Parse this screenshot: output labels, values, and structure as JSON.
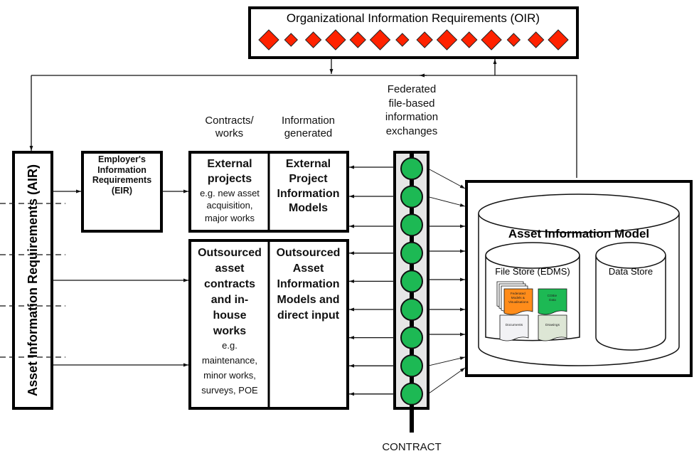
{
  "oir": {
    "title": "Organizational Information Requirements (OIR)",
    "diamond_count": 14,
    "diamond_color": "#ff2200"
  },
  "air": {
    "label": "Asset Information Requirements (AIR)"
  },
  "eir": {
    "lines": [
      "Employer's",
      "Information",
      "Requirements",
      "(EIR)"
    ]
  },
  "column_headers": {
    "contracts": [
      "Contracts/",
      "works"
    ],
    "information": [
      "Information",
      "generated"
    ],
    "exchanges": [
      "Federated",
      "file-based",
      "information",
      "exchanges"
    ]
  },
  "external": {
    "contract_title": [
      "External",
      "projects"
    ],
    "contract_desc": [
      "e.g. new asset",
      "acquisition,",
      "major works"
    ],
    "info_title": [
      "External",
      "Project",
      "Information",
      "Models"
    ]
  },
  "outsourced": {
    "contract_title": [
      "Outsourced",
      "asset",
      "contracts",
      "and in-",
      "house",
      "works"
    ],
    "contract_desc": [
      "e.g.",
      "maintenance,",
      "minor works,",
      "surveys, POE"
    ],
    "info_title": [
      "Outsourced",
      "Asset",
      "Information",
      "Models and",
      "direct input"
    ]
  },
  "exchange_bus": {
    "bead_count": 9,
    "bead_color": "#1db954",
    "bus_fill": "#e6e6e6",
    "footer_label": "CONTRACT"
  },
  "aim": {
    "title": "Asset Information Model",
    "file_store": {
      "label": "File Store (EDMS)",
      "documents": [
        {
          "label": "Federated Models & Visualisations",
          "color": "#ff8c1a"
        },
        {
          "label": "COBie Data",
          "color": "#1db954"
        },
        {
          "label": "Documents",
          "color": "#f2f2f5"
        },
        {
          "label": "Drawings",
          "color": "#dde6d5"
        }
      ]
    },
    "data_store": {
      "label": "Data Store"
    }
  }
}
